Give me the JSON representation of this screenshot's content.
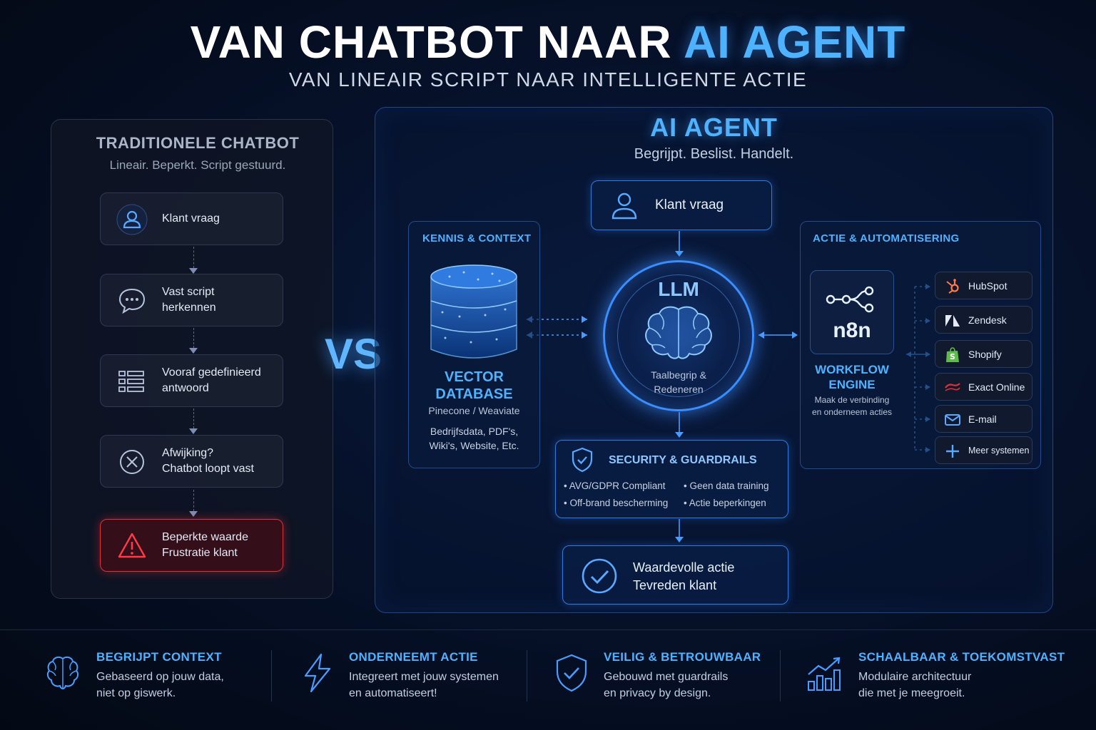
{
  "header": {
    "title_main": "VAN CHATBOT NAAR",
    "title_accent": "AI AGENT",
    "subtitle": "VAN LINEAIR SCRIPT NAAR INTELLIGENTE ACTIE"
  },
  "left_panel": {
    "title": "TRADITIONELE CHATBOT",
    "subtitle": "Lineair. Beperkt. Script gestuurd.",
    "steps": [
      {
        "line1": "Klant vraag",
        "line2": ""
      },
      {
        "line1": "Vast script",
        "line2": "herkennen"
      },
      {
        "line1": "Vooraf gedefinieerd",
        "line2": "antwoord"
      },
      {
        "line1": "Afwijking?",
        "line2": "Chatbot loopt vast"
      },
      {
        "line1": "Beperkte waarde",
        "line2": "Frustratie klant"
      }
    ]
  },
  "vs_label": "VS",
  "right_panel": {
    "title": "AI AGENT",
    "subtitle": "Begrijpt. Beslist. Handelt.",
    "input_label": "Klant vraag",
    "kennis": {
      "heading": "KENNIS & CONTEXT",
      "title_line1": "VECTOR",
      "title_line2": "DATABASE",
      "tools": "Pinecone / Weaviate",
      "data_line1": "Bedrijfsdata, PDF's,",
      "data_line2": "Wiki's, Website, Etc."
    },
    "llm": {
      "title": "LLM",
      "sub_line1": "Taalbegrip &",
      "sub_line2": "Redeneren"
    },
    "actie": {
      "heading": "ACTIE & AUTOMATISERING",
      "engine_name": "n8n",
      "engine_title_line1": "WORKFLOW",
      "engine_title_line2": "ENGINE",
      "engine_sub_line1": "Maak de verbinding",
      "engine_sub_line2": "en onderneem acties",
      "integrations": [
        "HubSpot",
        "Zendesk",
        "Shopify",
        "Exact Online",
        "E-mail",
        "Meer systemen"
      ]
    },
    "security": {
      "title": "SECURITY & GUARDRAILS",
      "items": [
        "• AVG/GDPR Compliant",
        "• Geen data training",
        "• Off-brand bescherming",
        "• Actie beperkingen"
      ]
    },
    "result": {
      "line1": "Waardevolle actie",
      "line2": "Tevreden klant"
    }
  },
  "footer": [
    {
      "heading": "BEGRIJPT CONTEXT",
      "line1": "Gebaseerd op jouw data,",
      "line2": "niet op giswerk."
    },
    {
      "heading": "ONDERNEEMT ACTIE",
      "line1": "Integreert met jouw systemen",
      "line2": "en automatiseert!"
    },
    {
      "heading": "VEILIG & BETROUWBAAR",
      "line1": "Gebouwd met guardrails",
      "line2": "en privacy by design."
    },
    {
      "heading": "SCHAALBAAR & TOEKOMSTVAST",
      "line1": "Modulaire architectuur",
      "line2": "die met je meegroeit."
    }
  ],
  "colors": {
    "accent": "#4fb2ff",
    "alert": "#e0303b",
    "background": "#06112a"
  }
}
